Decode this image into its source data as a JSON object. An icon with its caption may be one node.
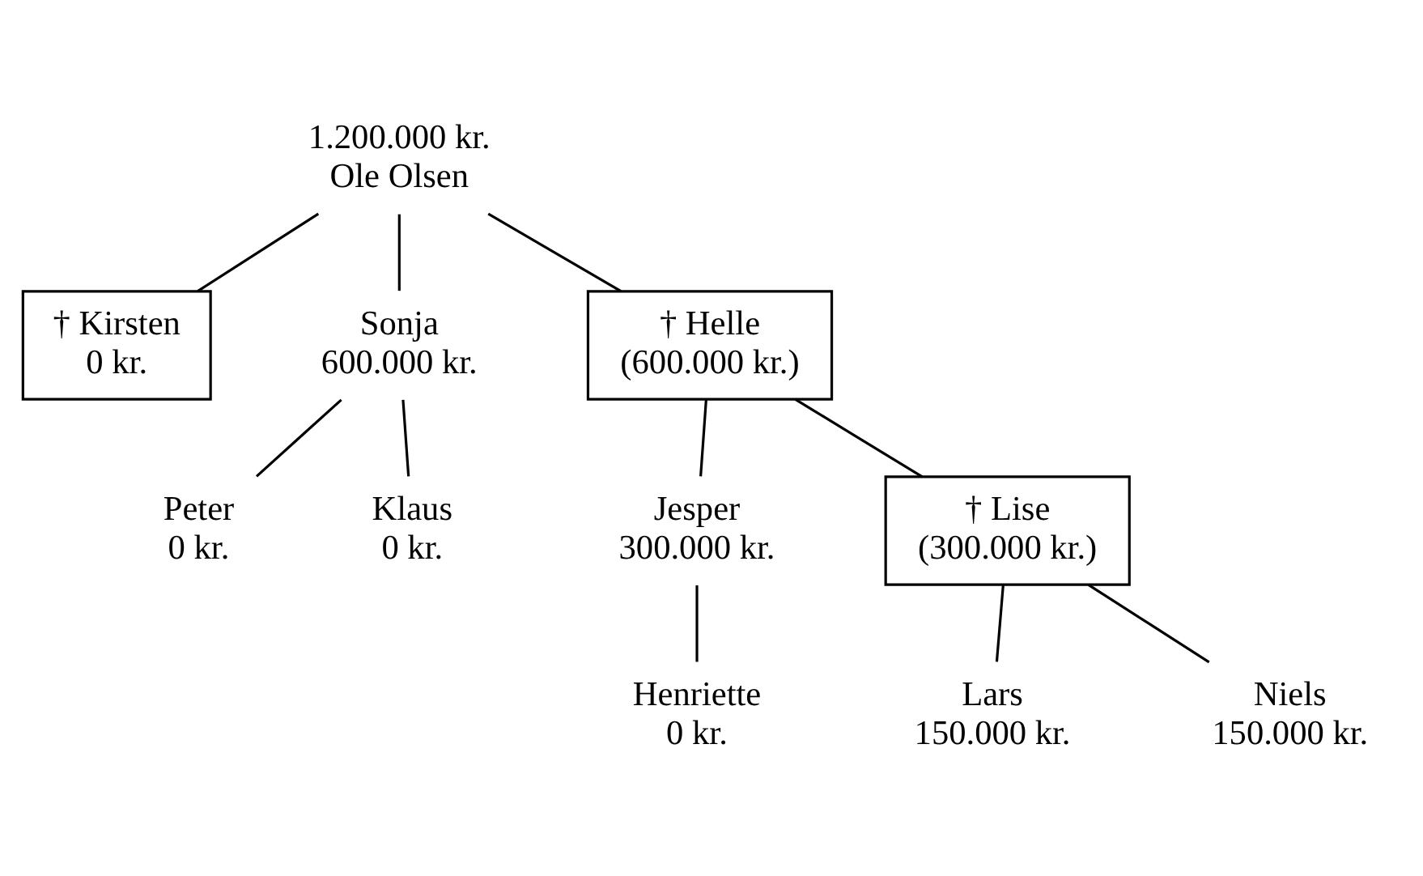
{
  "diagram": {
    "nodes": [
      {
        "text": [
          "1.200.000 kr.",
          "Ole Olsen"
        ]
      },
      {
        "text": [
          "† Kirsten",
          "0 kr."
        ]
      },
      {
        "text": [
          "Sonja",
          "600.000 kr."
        ]
      },
      {
        "text": [
          "† Helle",
          "(600.000 kr.)"
        ]
      },
      {
        "text": [
          "Peter",
          "0 kr."
        ]
      },
      {
        "text": [
          "Klaus",
          "0 kr."
        ]
      },
      {
        "text": [
          "Jesper",
          "300.000 kr."
        ]
      },
      {
        "text": [
          "† Lise",
          "(300.000 kr.)"
        ]
      },
      {
        "text": [
          "Henriette",
          "0 kr."
        ]
      },
      {
        "text": [
          "Lars",
          "150.000 kr."
        ]
      },
      {
        "text": [
          "Niels",
          "150.000 kr."
        ]
      }
    ],
    "edges": [
      {
        "from": 0,
        "to": 1,
        "arrow": "none"
      },
      {
        "from": 0,
        "to": 2,
        "arrow": "none"
      },
      {
        "from": 0,
        "to": 3,
        "arrow": "none"
      },
      {
        "from": 2,
        "to": 4,
        "arrow": "none"
      },
      {
        "from": 2,
        "to": 5,
        "arrow": "none"
      },
      {
        "from": 3,
        "to": 6,
        "arrow": "none"
      },
      {
        "from": 3,
        "to": 7,
        "arrow": "none"
      },
      {
        "from": 6,
        "to": 8,
        "arrow": "none"
      },
      {
        "from": 7,
        "to": 9,
        "arrow": "none"
      },
      {
        "from": 7,
        "to": 10,
        "arrow": "none"
      }
    ]
  }
}
